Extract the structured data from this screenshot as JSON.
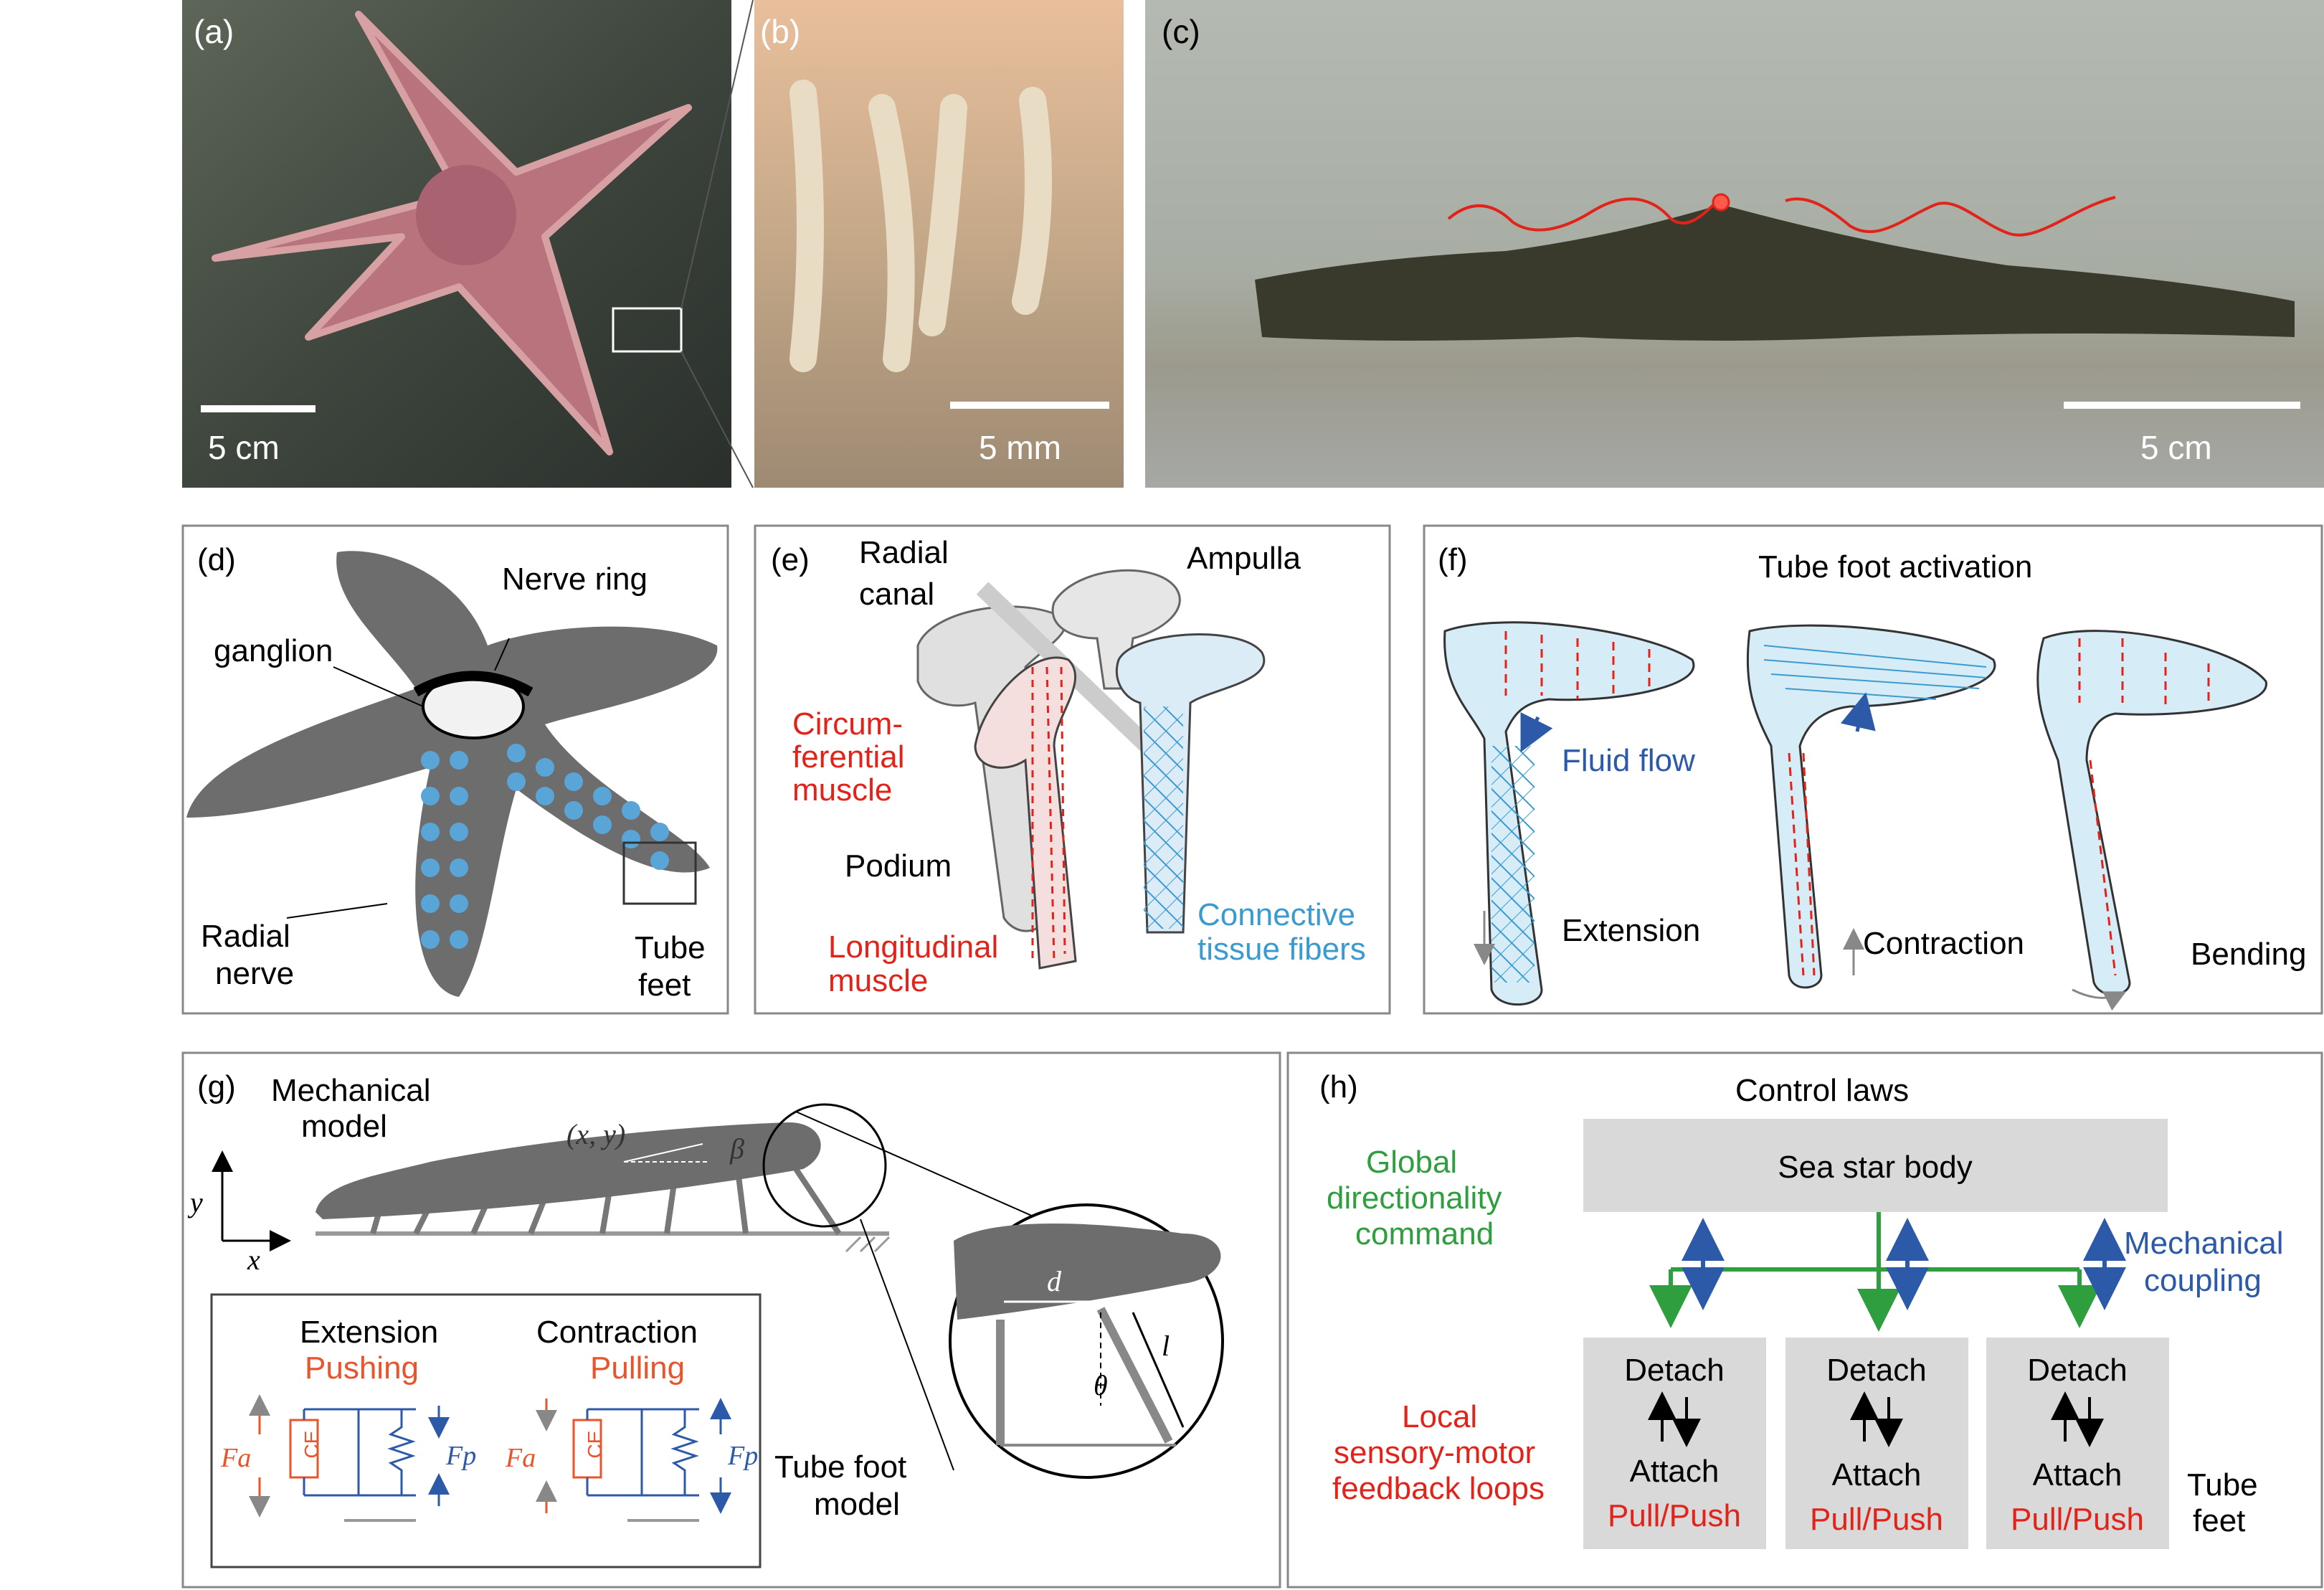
{
  "panels": {
    "a": {
      "letter": "(a)",
      "scale": "5 cm"
    },
    "b": {
      "letter": "(b)",
      "scale": "5 mm"
    },
    "c": {
      "letter": "(c)",
      "scale": "5 cm"
    },
    "d": {
      "letter": "(d)",
      "nerve_ring": "Nerve ring",
      "ganglion": "ganglion",
      "radial_nerve_1": "Radial",
      "radial_nerve_2": "nerve",
      "tube_feet_1": "Tube",
      "tube_feet_2": "feet"
    },
    "e": {
      "letter": "(e)",
      "radial_canal_1": "Radial",
      "radial_canal_2": "canal",
      "ampulla": "Ampulla",
      "circ_1": "Circum-",
      "circ_2": "ferential",
      "circ_3": "muscle",
      "podium": "Podium",
      "long_1": "Longitudinal",
      "long_2": "muscle",
      "conn_1": "Connective",
      "conn_2": "tissue fibers"
    },
    "f": {
      "letter": "(f)",
      "title": "Tube foot activation",
      "fluid_flow": "Fluid flow",
      "extension": "Extension",
      "contraction": "Contraction",
      "bending": "Bending"
    },
    "g": {
      "letter": "(g)",
      "mech_1": "Mechanical",
      "mech_2": "model",
      "xy": "(x, y)",
      "beta": "β",
      "axis_y": "y",
      "axis_x": "x",
      "d": "d",
      "l": "l",
      "theta": "θ",
      "extension": "Extension",
      "pushing": "Pushing",
      "contraction": "Contraction",
      "pulling": "Pulling",
      "ce": "CE",
      "fa": "Fa",
      "fp": "Fp",
      "tfm_1": "Tube foot",
      "tfm_2": "model"
    },
    "h": {
      "letter": "(h)",
      "title": "Control laws",
      "body": "Sea star body",
      "global_1": "Global",
      "global_2": "directionality",
      "global_3": "command",
      "mech_1": "Mechanical",
      "mech_2": "coupling",
      "local_1": "Local",
      "local_2": "sensory-motor",
      "local_3": "feedback loops",
      "detach": "Detach",
      "attach": "Attach",
      "pullpush": "Pull/Push",
      "tf_1": "Tube",
      "tf_2": "feet"
    }
  },
  "colors": {
    "red": "#e2231a",
    "orange": "#e8542b",
    "blue": "#2d5aa8",
    "lightblue": "#3b9bd1",
    "green": "#2f9e3e",
    "gray": "#6a6a6a"
  }
}
